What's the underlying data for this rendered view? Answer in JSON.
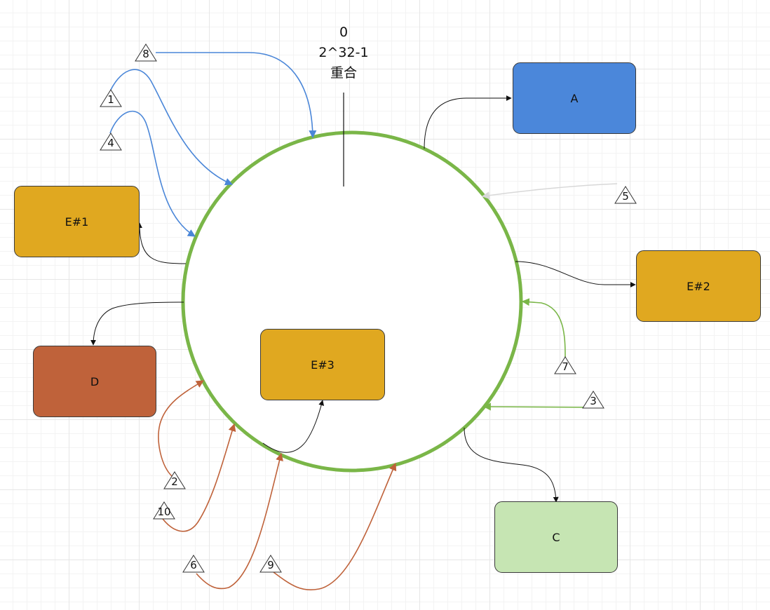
{
  "top_label": {
    "line1": "0",
    "line2": "2^32-1",
    "line3": "重合"
  },
  "nodes": {
    "a": {
      "label": "A",
      "color": "#4b87da"
    },
    "e1": {
      "label": "E#1",
      "color": "#e0a820"
    },
    "e2": {
      "label": "E#2",
      "color": "#e0a820"
    },
    "e3": {
      "label": "E#3",
      "color": "#e0a820"
    },
    "d": {
      "label": "D",
      "color": "#bf623a"
    },
    "c": {
      "label": "C",
      "color": "#c6e5b3"
    }
  },
  "markers": [
    "1",
    "2",
    "3",
    "4",
    "5",
    "6",
    "7",
    "8",
    "9",
    "10"
  ],
  "colors": {
    "ring": "#7ab648",
    "blue_arrows": "#4a86d8",
    "orange_arrows": "#bf623a",
    "green_arrows": "#7ab648",
    "grey_arrow": "#d8d8d8",
    "black_arrows": "#111111"
  }
}
